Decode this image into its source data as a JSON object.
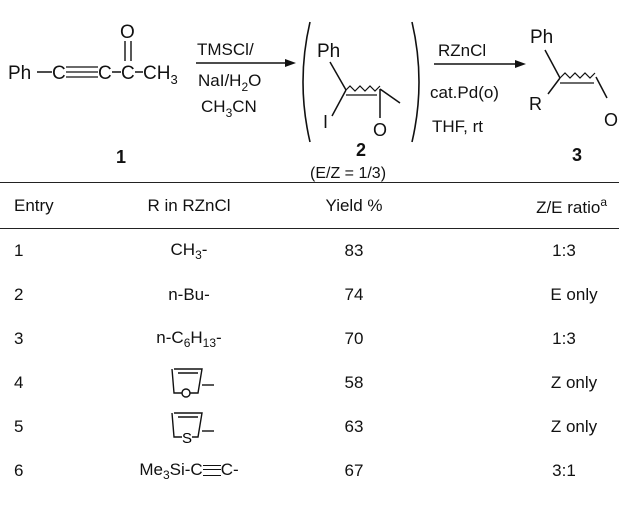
{
  "scheme": {
    "compound1": {
      "label": "1",
      "ph": "Ph",
      "ch3": "CH",
      "ch3_sub": "3",
      "o": "O",
      "c1": "C",
      "c2": "C",
      "c3": "C"
    },
    "step1_reagents": [
      "TMSCl/",
      "NaI/H",
      "CH",
      "CN"
    ],
    "step1_sub": [
      "2",
      "3"
    ],
    "step1_tail": "O",
    "compound2": {
      "label": "2",
      "ph": "Ph",
      "i": "I",
      "o": "O",
      "ratio": "(E/Z = 1/3)"
    },
    "step2_reagents": [
      "RZnCl",
      "cat.Pd(o)",
      "THF, rt"
    ],
    "compound3": {
      "label": "3",
      "ph": "Ph",
      "r": "R",
      "o": "O"
    }
  },
  "table": {
    "headers": [
      "Entry",
      "R in RZnCl",
      "Yield %",
      "Z/E ratio"
    ],
    "header_footnote": "a",
    "rows": [
      {
        "entry": "1",
        "r_main": "CH",
        "r_sub": "3",
        "r_tail": "-",
        "yield": "83",
        "ratio": "1:3"
      },
      {
        "entry": "2",
        "r_main": "n-Bu-",
        "r_sub": "",
        "r_tail": "",
        "yield": "74",
        "ratio": "E only"
      },
      {
        "entry": "3",
        "r_main": "n-C",
        "r_sub": "6",
        "r_mid": "H",
        "r_sub2": "13",
        "r_tail": "-",
        "yield": "70",
        "ratio": "1:3"
      },
      {
        "entry": "4",
        "ring": "furyl",
        "ring_atom": "",
        "yield": "58",
        "ratio": "Z only"
      },
      {
        "entry": "5",
        "ring": "thienyl",
        "ring_atom": "S",
        "yield": "63",
        "ratio": "Z only"
      },
      {
        "entry": "6",
        "r_main": "Me",
        "r_sub": "3",
        "r_mid": "Si-C",
        "r_tail": "C-",
        "yield": "67",
        "ratio": "3:1"
      }
    ]
  }
}
